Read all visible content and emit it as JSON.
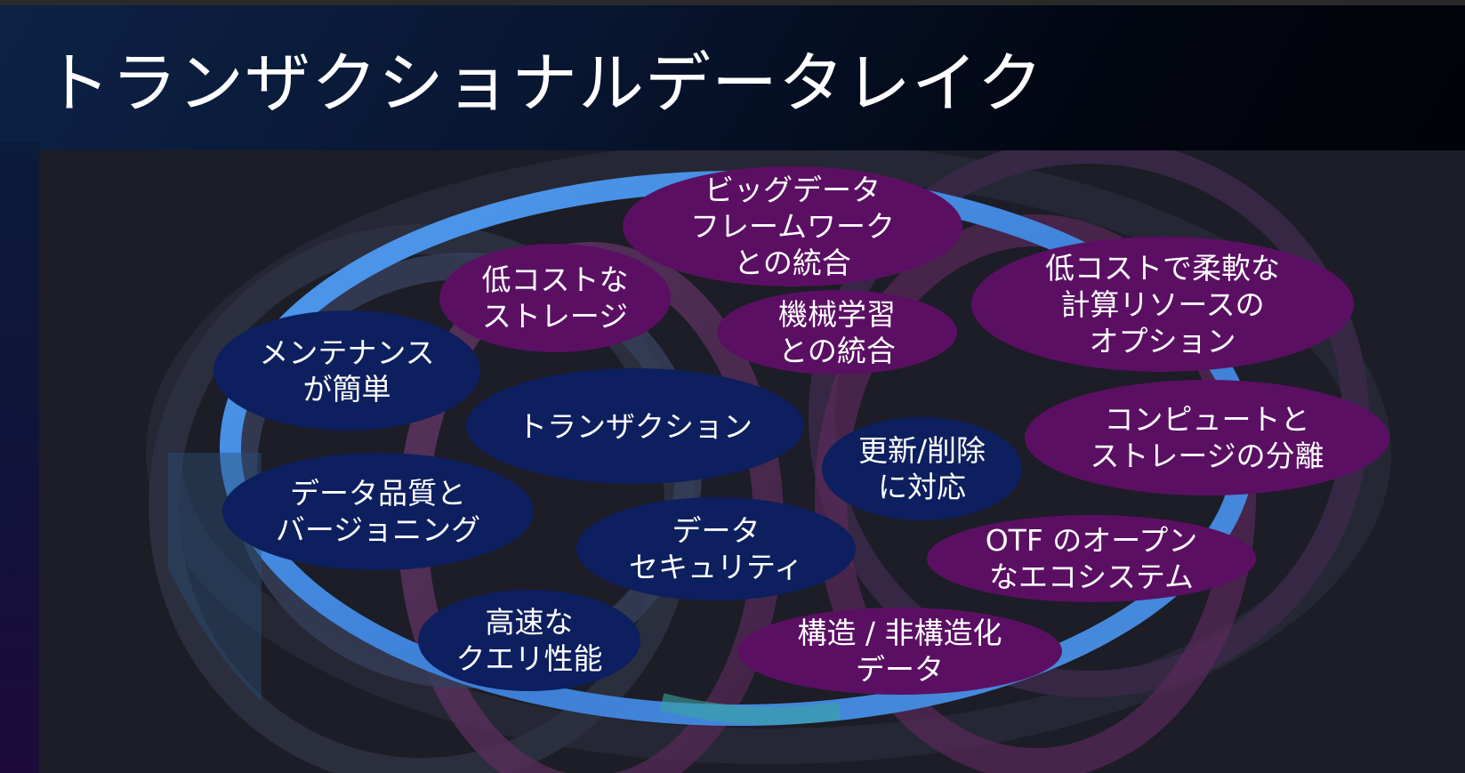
{
  "title": "トランザクショナルデータレイク",
  "colors": {
    "navy_bubble": "#0d1f5e",
    "purple_bubble": "#5b0f63",
    "outer_ring": "#4a8fe0",
    "panel": "#1c1d26"
  },
  "bubbles": {
    "bigdata": "ビッグデータ\nフレームワーク\nとの統合",
    "lowcost_storage": "低コストな\nストレージ",
    "ml": "機械学習\nとの統合",
    "flex_compute": "低コストで柔軟な\n計算リソースの\nオプション",
    "maintenance": "メンテナンス\nが簡単",
    "transaction": "トランザクション",
    "update_delete": "更新/削除\nに対応",
    "compute_storage": "コンピュートと\nストレージの分離",
    "quality": "データ品質と\nバージョニング",
    "security": "データ\nセキュリティ",
    "otf": "OTF のオープン\nなエコシステム",
    "query": "高速な\nクエリ性能",
    "structured": "構造 / 非構造化\nデータ"
  }
}
